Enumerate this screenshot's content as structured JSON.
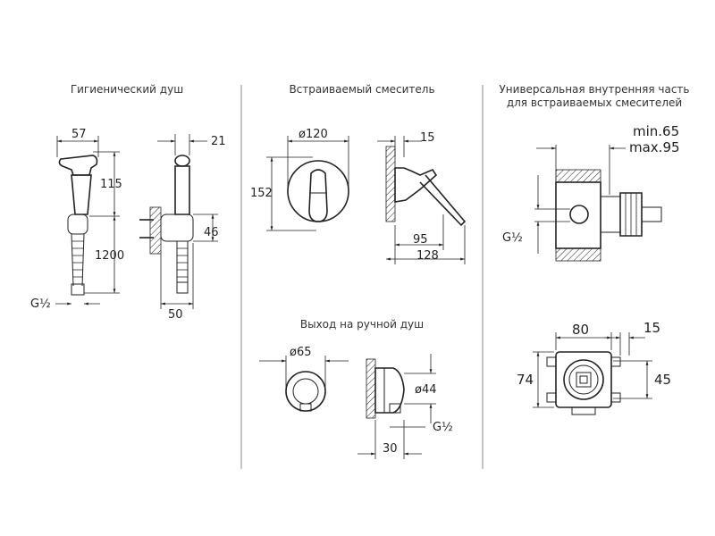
{
  "sections": {
    "hygienic_shower": {
      "title": "Гигиенический душ",
      "dims": {
        "width": "57",
        "head_height": "115",
        "hose_length": "1200",
        "thread": "G½",
        "side_offset": "21",
        "holder_height": "46",
        "holder_depth": "50"
      }
    },
    "built_in_mixer": {
      "title": "Встраиваемый смеситель",
      "dims": {
        "diameter": "ø120",
        "height": "152",
        "plate": "15",
        "lever_reach": "95",
        "total_depth": "128"
      }
    },
    "universal_inner_part": {
      "title_line1": "Универсальная внутренняя часть",
      "title_line2": "для встраиваемых смесителей",
      "dims": {
        "min": "min.65",
        "max": "max.95",
        "thread": "G½",
        "width": "80",
        "right_offset": "15",
        "height": "74",
        "right_height": "45"
      }
    },
    "shower_outlet": {
      "title": "Выход на ручной душ",
      "dims": {
        "diameter": "ø65",
        "inner_diameter": "ø44",
        "depth": "30",
        "thread": "G½"
      }
    }
  }
}
